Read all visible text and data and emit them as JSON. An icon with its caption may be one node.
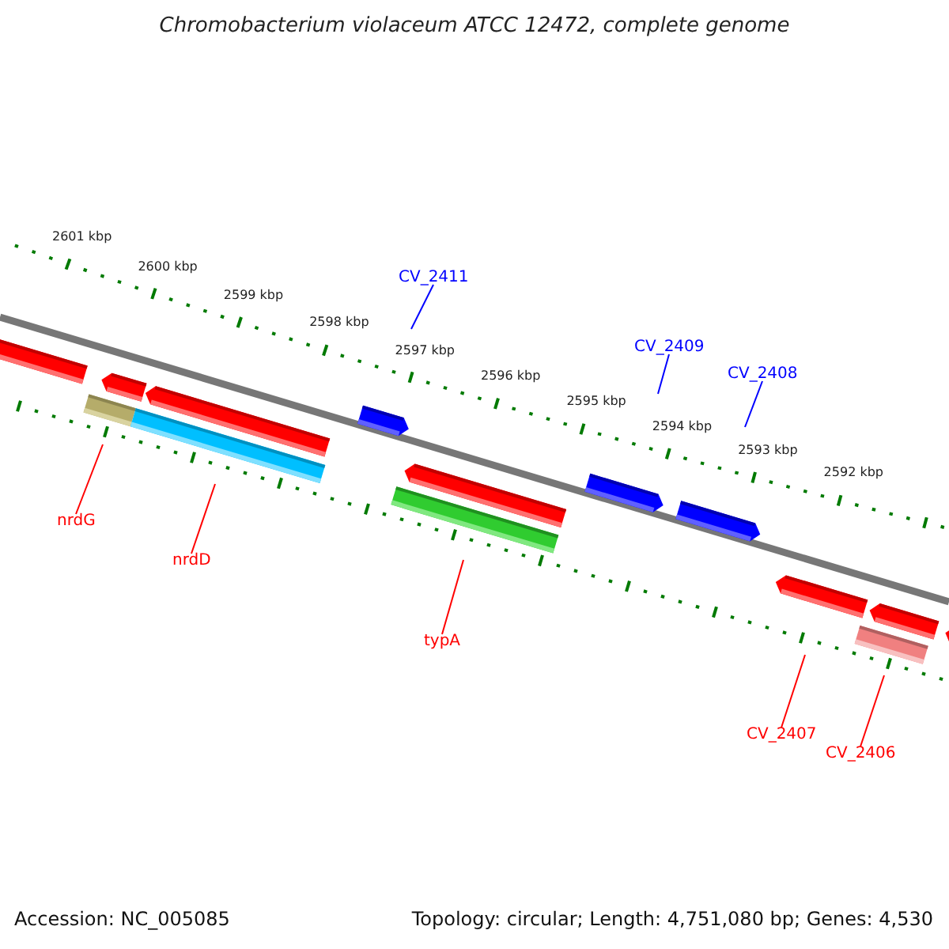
{
  "diagram": {
    "title": "Chromobacterium violaceum ATCC 12472, complete genome",
    "nodes": [
      {
        "text": [
          "CV_2411"
        ]
      },
      {
        "text": [
          "CV_2409"
        ]
      },
      {
        "text": [
          "CV_2408"
        ]
      },
      {
        "text": [
          "nrdG"
        ]
      },
      {
        "text": [
          "nrdD"
        ]
      },
      {
        "text": [
          "typA"
        ]
      },
      {
        "text": [
          "CV_2407"
        ]
      },
      {
        "text": [
          "CV_2406"
        ]
      }
    ],
    "edges": [
      {
        "from": 0,
        "to": null,
        "arrow": "none",
        "color": "#0000ff"
      },
      {
        "from": 1,
        "to": null,
        "arrow": "none",
        "color": "#0000ff"
      },
      {
        "from": 2,
        "to": null,
        "arrow": "none",
        "color": "#0000ff"
      },
      {
        "from": 3,
        "to": null,
        "arrow": "none"
      },
      {
        "from": 4,
        "to": null,
        "arrow": "none"
      },
      {
        "from": 5,
        "to": null,
        "arrow": "none"
      },
      {
        "from": 6,
        "to": null,
        "arrow": "none"
      },
      {
        "from": 7,
        "to": null,
        "arrow": "none"
      }
    ],
    "labels": [
      "2601 kbp",
      "2600 kbp",
      "2599 kbp",
      "2598 kbp",
      "2597 kbp",
      "2596 kbp",
      "2595 kbp",
      "2594 kbp",
      "2593 kbp",
      "2592 kbp",
      "Accession: NC_005085",
      "Topology: circular; Length: 4,751,080 bp; Genes: 4,530"
    ]
  }
}
